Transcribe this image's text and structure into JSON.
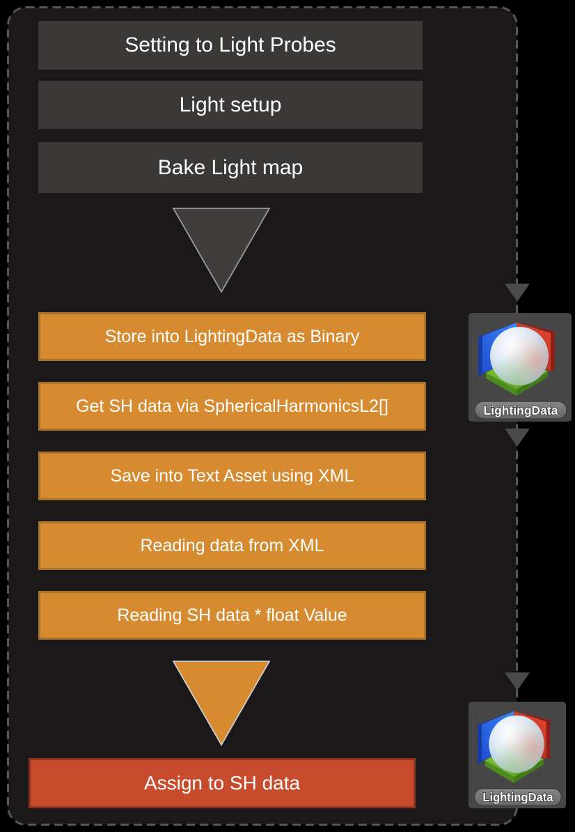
{
  "canvas": {
    "background_color": "#000000",
    "panel_background_color": "#1a1818",
    "dashed_border_color": "#565656"
  },
  "flow": {
    "top_steps": [
      {
        "label": "Setting to Light Probes"
      },
      {
        "label": "Light setup"
      },
      {
        "label": "Bake Light map"
      }
    ],
    "middle_steps": [
      {
        "label": "Store into LightingData as Binary"
      },
      {
        "label": "Get SH data via SphericalHarmonicsL2[]"
      },
      {
        "label": "Save into Text Asset using XML"
      },
      {
        "label": "Reading data from XML"
      },
      {
        "label": "Reading SH data * float Value"
      }
    ],
    "final_step": {
      "label": "Assign to SH data"
    },
    "colors": {
      "top_box": "#3b3938",
      "middle_box_fill": "#d78b31",
      "middle_box_border": "#a9722a",
      "final_box_fill": "#c74b2d",
      "final_box_border": "#8e3520",
      "dark_triangle": "#403d3d",
      "orange_triangle": "#d78b31",
      "arrow": "#4a4a4a",
      "text": "#ffffff"
    }
  },
  "side_rail": {
    "icons": [
      {
        "name": "lighting-data-asset",
        "label": "LightingData"
      },
      {
        "name": "lighting-data-asset",
        "label": "LightingData"
      }
    ]
  }
}
